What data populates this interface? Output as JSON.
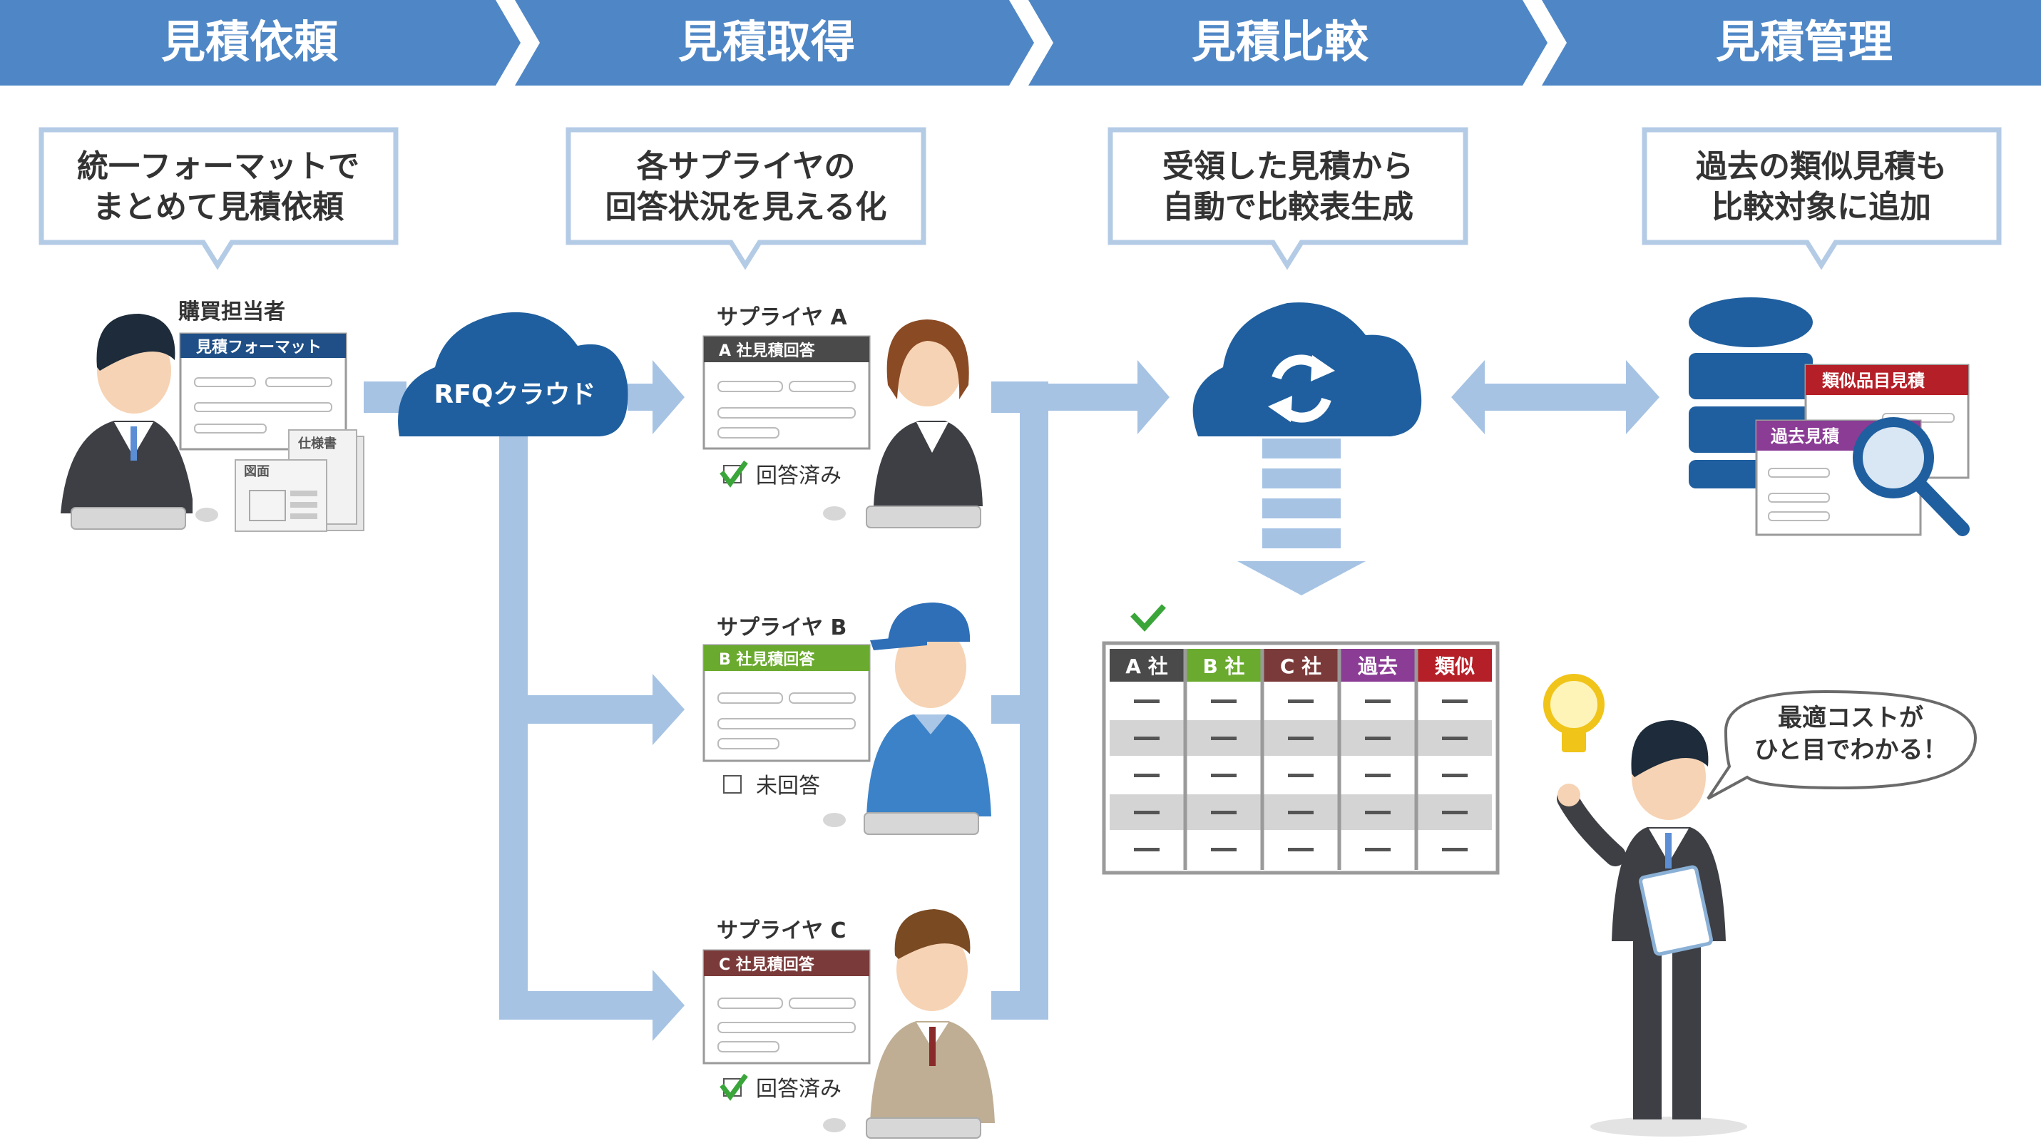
{
  "colors": {
    "header_blue": "#4f87c6",
    "callout_border": "#b4cbe6",
    "arrow_light": "#a6c3e4",
    "cloud_blue": "#1f5f9f",
    "navy": "#1f4f86",
    "green": "#6aaa2e",
    "dark_red": "#7b3a3a",
    "purple": "#8b3c95",
    "red": "#b52028",
    "dark_gray": "#4a4a4a",
    "check_green": "#3aa63a"
  },
  "steps": [
    {
      "label": "見積依頼",
      "callout": [
        "統一フォーマットで",
        "まとめて見積依頼"
      ]
    },
    {
      "label": "見積取得",
      "callout": [
        "各サプライヤの",
        "回答状況を見える化"
      ]
    },
    {
      "label": "見積比較",
      "callout": [
        "受領した見積から",
        "自動で比較表生成"
      ]
    },
    {
      "label": "見積管理",
      "callout": [
        "過去の類似見積も",
        "比較対象に追加"
      ]
    }
  ],
  "buyer": {
    "label": "購買担当者",
    "form_title": "見積フォーマット",
    "spec_label": "仕様書",
    "drawing_label": "図面"
  },
  "cloud_label": "RFQクラウド",
  "suppliers": [
    {
      "name": "サプライヤ A",
      "card_title": "A 社見積回答",
      "status": "回答済み",
      "answered": true,
      "color": "#4a4a4a"
    },
    {
      "name": "サプライヤ B",
      "card_title": "B 社見積回答",
      "status": "未回答",
      "answered": false,
      "color": "#6aaa2e"
    },
    {
      "name": "サプライヤ C",
      "card_title": "C 社見積回答",
      "status": "回答済み",
      "answered": true,
      "color": "#7b3a3a"
    }
  ],
  "comparison": {
    "columns": [
      {
        "label": "A 社",
        "color": "#4a4a4a"
      },
      {
        "label": "B 社",
        "color": "#6aaa2e"
      },
      {
        "label": "C 社",
        "color": "#7b3a3a"
      },
      {
        "label": "過去",
        "color": "#8b3c95"
      },
      {
        "label": "類似",
        "color": "#b52028"
      }
    ],
    "row_count": 5
  },
  "management": {
    "card_similar": "類似品目見積",
    "card_past": "過去見積"
  },
  "insight": {
    "speech": [
      "最適コストが",
      "ひと目でわかる！"
    ]
  }
}
